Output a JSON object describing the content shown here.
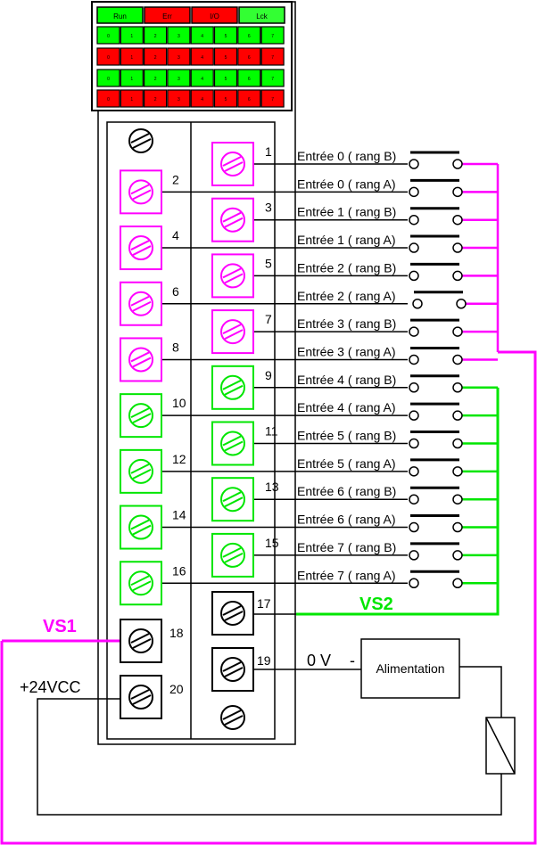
{
  "colors": {
    "led_green": "#00ff00",
    "led_red": "#ff0000",
    "lck_green": "#33ff33",
    "magenta": "#ff00ff",
    "green": "#00e600",
    "black": "#000000"
  },
  "status_leds": [
    {
      "label": "Run",
      "color": "green"
    },
    {
      "label": "Err",
      "color": "red"
    },
    {
      "label": "I/O",
      "color": "red"
    },
    {
      "label": "Lck",
      "color": "green"
    }
  ],
  "led_rows": [
    {
      "color": "green",
      "labels": [
        "0",
        "1",
        "2",
        "3",
        "4",
        "5",
        "6",
        "7"
      ]
    },
    {
      "color": "red",
      "labels": [
        "0",
        "1",
        "2",
        "3",
        "4",
        "5",
        "6",
        "7"
      ]
    },
    {
      "color": "green",
      "labels": [
        "0",
        "1",
        "2",
        "3",
        "4",
        "5",
        "6",
        "7"
      ]
    },
    {
      "color": "red",
      "labels": [
        "0",
        "1",
        "2",
        "3",
        "4",
        "5",
        "6",
        "7"
      ]
    }
  ],
  "terminals": [
    {
      "n": "1",
      "color": "magenta"
    },
    {
      "n": "2",
      "color": "magenta"
    },
    {
      "n": "3",
      "color": "magenta"
    },
    {
      "n": "4",
      "color": "magenta"
    },
    {
      "n": "5",
      "color": "magenta"
    },
    {
      "n": "6",
      "color": "magenta"
    },
    {
      "n": "7",
      "color": "magenta"
    },
    {
      "n": "8",
      "color": "magenta"
    },
    {
      "n": "9",
      "color": "green"
    },
    {
      "n": "10",
      "color": "green"
    },
    {
      "n": "11",
      "color": "green"
    },
    {
      "n": "12",
      "color": "green"
    },
    {
      "n": "13",
      "color": "green"
    },
    {
      "n": "14",
      "color": "green"
    },
    {
      "n": "15",
      "color": "green"
    },
    {
      "n": "16",
      "color": "green"
    }
  ],
  "inputs": [
    "Entrée 0 ( rang B)",
    "Entrée 0 ( rang A)",
    "Entrée 1 ( rang B)",
    "Entrée 1 ( rang A)",
    "Entrée 2 ( rang B)",
    "Entrée 2 ( rang A)",
    "Entrée 3 ( rang B)",
    "Entrée 3 ( rang A)",
    "Entrée 4 ( rang B)",
    "Entrée 4 ( rang A)",
    "Entrée 5 ( rang B)",
    "Entrée 5 ( rang A)",
    "Entrée 6 ( rang B)",
    "Entrée 6 ( rang A)",
    "Entrée 7 ( rang B)",
    "Entrée 7 ( rang A)"
  ],
  "power_terminals": {
    "t17": "17",
    "t18": "18",
    "t19": "19",
    "t20": "20"
  },
  "labels": {
    "vs1": "VS1",
    "vs2": "VS2",
    "vcc": "+24VCC",
    "zero_v": "0 V",
    "minus": "-",
    "alimentation": "Alimentation"
  }
}
